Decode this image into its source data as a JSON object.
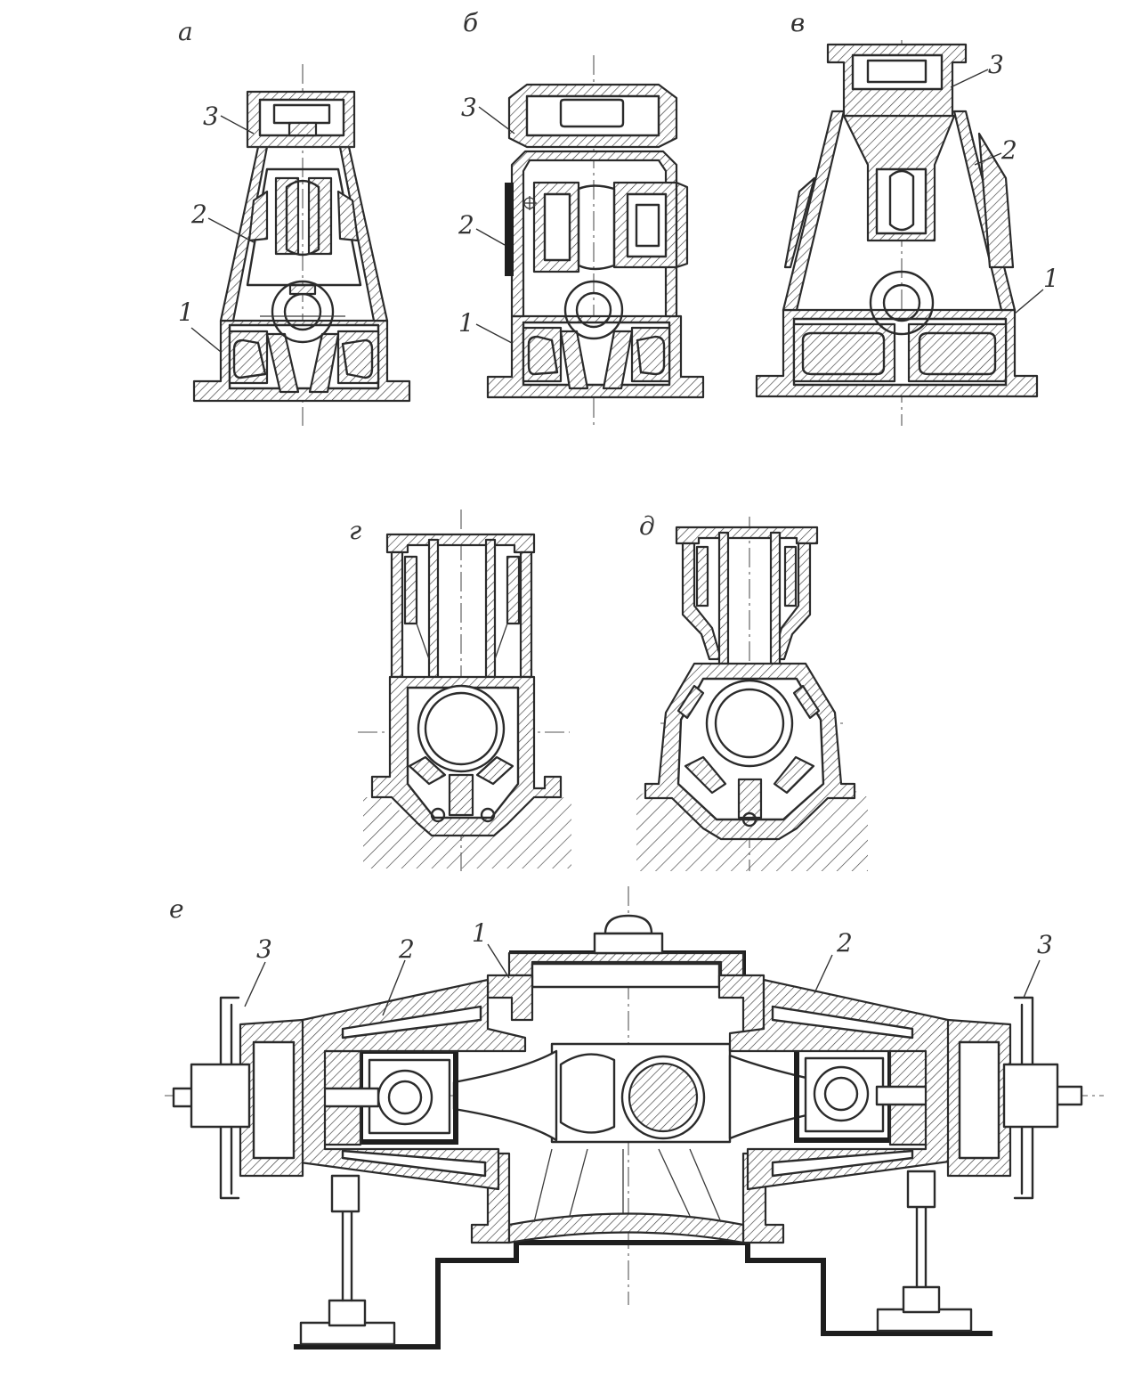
{
  "views": {
    "a": {
      "label": "a",
      "parts": [
        "1",
        "2",
        "3"
      ]
    },
    "b": {
      "label": "б",
      "parts": [
        "1",
        "2",
        "3"
      ]
    },
    "v": {
      "label": "в",
      "parts": [
        "1",
        "2",
        "3"
      ]
    },
    "g": {
      "label": "г"
    },
    "d": {
      "label": "д"
    },
    "e": {
      "label": "е",
      "parts": [
        "1",
        "2",
        "2",
        "3",
        "3"
      ]
    }
  },
  "colors": {
    "ink": "#2b2b2b",
    "paper": "#ffffff"
  }
}
